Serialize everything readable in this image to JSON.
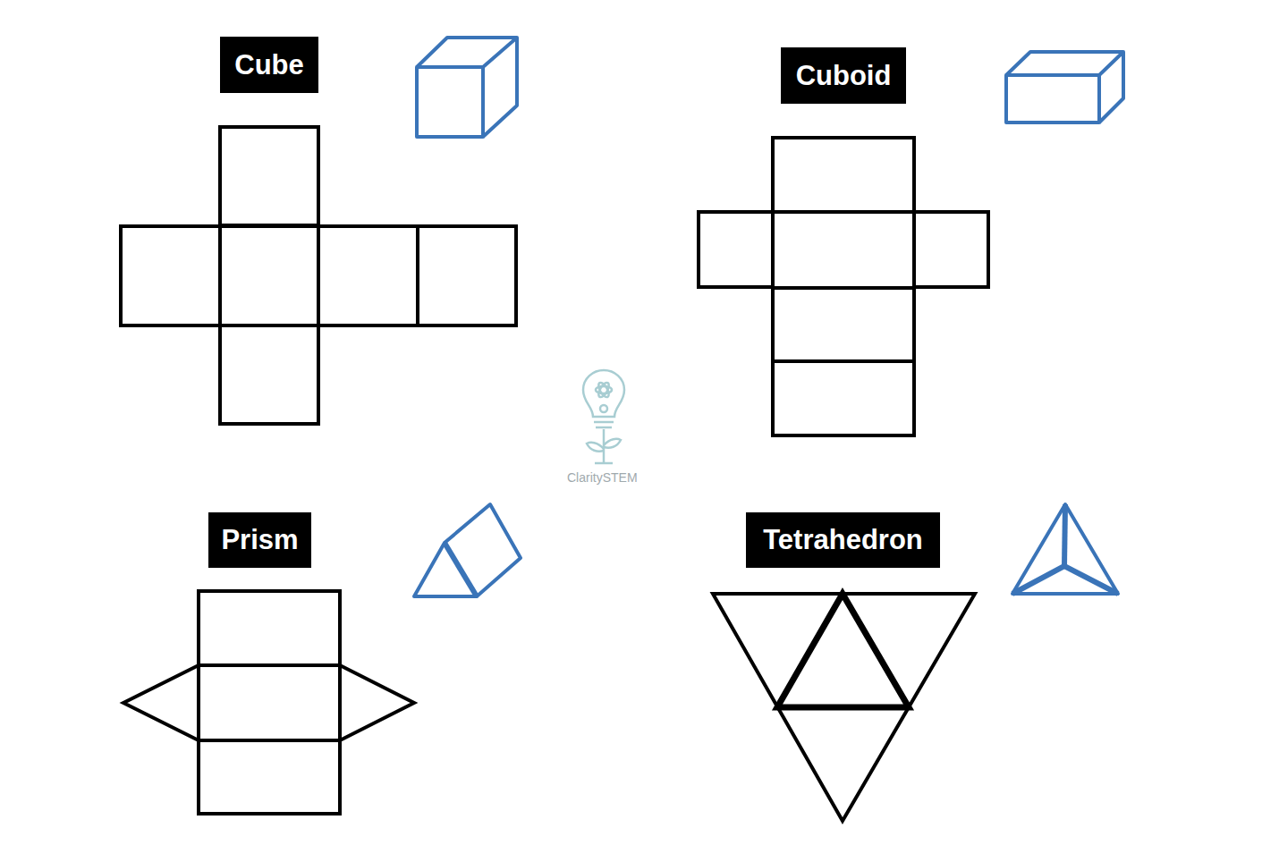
{
  "diagram": {
    "nodes": [
      {
        "text": [
          "Cube"
        ]
      },
      {
        "text": [
          "Cuboid"
        ]
      },
      {
        "text": [
          "Prism"
        ]
      },
      {
        "text": [
          "Tetrahedron"
        ]
      }
    ],
    "labels": [
      "ClaritySTEM"
    ]
  }
}
